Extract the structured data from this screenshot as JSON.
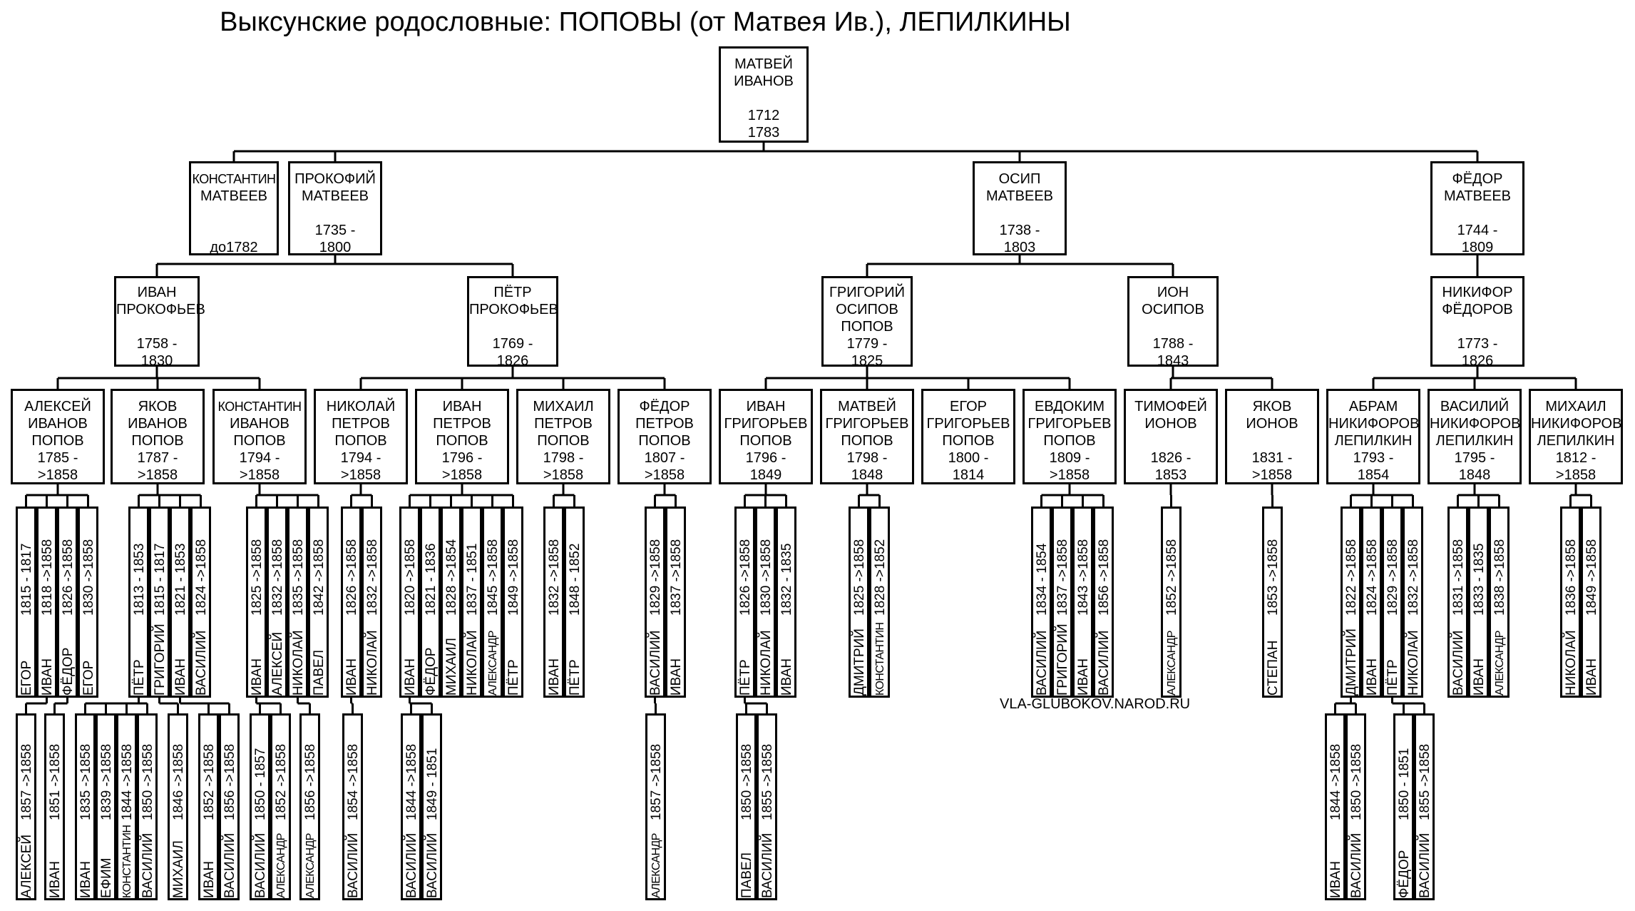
{
  "title": "Выксунские родословные: ПОПОВЫ (от Матвея Ив.), ЛЕПИЛКИНЫ",
  "site": "VLA-GLUBOKOV.NAROD.RU",
  "people": [
    {
      "id": "matvey",
      "lines": [
        "МАТВЕЙ",
        "ИВАНОВ",
        "",
        "1712",
        "1783"
      ]
    },
    {
      "id": "konstantin_m",
      "lines": [
        "КОНСТАНТИН",
        "МАТВЕЕВ",
        "",
        "",
        "до1782"
      ]
    },
    {
      "id": "prokofiy",
      "lines": [
        "ПРОКОФИЙ",
        "МАТВЕЕВ",
        "",
        "1735 -",
        "1800"
      ]
    },
    {
      "id": "osip",
      "lines": [
        "ОСИП",
        "МАТВЕЕВ",
        "",
        "1738 -",
        "1803"
      ]
    },
    {
      "id": "fedor_m",
      "lines": [
        "ФЁДОР",
        "МАТВЕЕВ",
        "",
        "1744 -",
        "1809"
      ]
    },
    {
      "id": "ivan_p",
      "lines": [
        "ИВАН",
        "ПРОКОФЬЕВ",
        "",
        "1758 -",
        "1830"
      ]
    },
    {
      "id": "petr_p",
      "lines": [
        "ПЁТР",
        "ПРОКОФЬЕВ",
        "",
        "1769 -",
        "1826"
      ]
    },
    {
      "id": "grigoriy",
      "lines": [
        "ГРИГОРИЙ",
        "ОСИПОВ",
        "ПОПОВ",
        "1779 -",
        "1825"
      ]
    },
    {
      "id": "ion",
      "lines": [
        "ИОН",
        "ОСИПОВ",
        "",
        "1788 -",
        "1843"
      ]
    },
    {
      "id": "nikifor",
      "lines": [
        "НИКИФОР",
        "ФЁДОРОВ",
        "",
        "1773 -",
        "1826"
      ]
    },
    {
      "id": "aleksey_i",
      "lines": [
        "АЛЕКСЕЙ",
        "ИВАНОВ",
        "ПОПОВ",
        "1785 -",
        ">1858"
      ]
    },
    {
      "id": "yakov_i",
      "lines": [
        "ЯКОВ",
        "ИВАНОВ",
        "ПОПОВ",
        "1787 -",
        ">1858"
      ]
    },
    {
      "id": "konstantin_i",
      "lines": [
        "КОНСТАНТИН",
        "ИВАНОВ",
        "ПОПОВ",
        "1794 -",
        ">1858"
      ]
    },
    {
      "id": "nikolay_p",
      "lines": [
        "НИКОЛАЙ",
        "ПЕТРОВ",
        "ПОПОВ",
        "1794 -",
        ">1858"
      ]
    },
    {
      "id": "ivan_pp",
      "lines": [
        "ИВАН",
        "ПЕТРОВ",
        "ПОПОВ",
        "1796 -",
        ">1858"
      ]
    },
    {
      "id": "mikhail_p",
      "lines": [
        "МИХАИЛ",
        "ПЕТРОВ",
        "ПОПОВ",
        "1798 -",
        ">1858"
      ]
    },
    {
      "id": "fedor_p",
      "lines": [
        "ФЁДОР",
        "ПЕТРОВ",
        "ПОПОВ",
        "1807 -",
        ">1858"
      ]
    },
    {
      "id": "ivan_g",
      "lines": [
        "ИВАН",
        "ГРИГОРЬЕВ",
        "ПОПОВ",
        "1796 -",
        "1849"
      ]
    },
    {
      "id": "matvey_g",
      "lines": [
        "МАТВЕЙ",
        "ГРИГОРЬЕВ",
        "ПОПОВ",
        "1798 -",
        "1848"
      ]
    },
    {
      "id": "egor_g",
      "lines": [
        "ЕГОР",
        "ГРИГОРЬЕВ",
        "ПОПОВ",
        "1800 -",
        "1814"
      ]
    },
    {
      "id": "evdokim",
      "lines": [
        "ЕВДОКИМ",
        "ГРИГОРЬЕВ",
        "ПОПОВ",
        "1809 -",
        ">1858"
      ]
    },
    {
      "id": "timofey",
      "lines": [
        "ТИМОФЕЙ",
        "ИОНОВ",
        "",
        "1826 -",
        "1853"
      ]
    },
    {
      "id": "yakov_io",
      "lines": [
        "ЯКОВ",
        "ИОНОВ",
        "",
        "1831 -",
        ">1858"
      ]
    },
    {
      "id": "abram",
      "lines": [
        "АБРАМ",
        "НИКИФОРОВ",
        "ЛЕПИЛКИН",
        "1793 -",
        "1854"
      ]
    },
    {
      "id": "vasiliy_n",
      "lines": [
        "ВАСИЛИЙ",
        "НИКИФОРОВ",
        "ЛЕПИЛКИН",
        "1795 -",
        "1848"
      ]
    },
    {
      "id": "mikhail_n",
      "lines": [
        "МИХАИЛ",
        "НИКИФОРОВ",
        "ЛЕПИЛКИН",
        "1812 -",
        ">1858"
      ]
    }
  ],
  "descendants": [
    {
      "parent": "aleksey_i",
      "list": [
        {
          "name": "ЕГОР",
          "years": "1815 - 1817"
        },
        {
          "name": "ИВАН",
          "years": "1818 ->1858"
        },
        {
          "name": "ФЁДОР",
          "years": "1826 ->1858"
        },
        {
          "name": "ЕГОР",
          "years": "1830 ->1858"
        }
      ]
    },
    {
      "parent": "yakov_i",
      "list": [
        {
          "name": "ПЁТР",
          "years": "1813 - 1853"
        },
        {
          "name": "ГРИГОРИЙ",
          "years": "1815 - 1817"
        },
        {
          "name": "ИВАН",
          "years": "1821 - 1853"
        },
        {
          "name": "ВАСИЛИЙ",
          "years": "1824 ->1858"
        }
      ]
    },
    {
      "parent": "konstantin_i",
      "list": [
        {
          "name": "ИВАН",
          "years": "1825 ->1858"
        },
        {
          "name": "АЛЕКСЕЙ",
          "years": "1832 ->1858"
        },
        {
          "name": "НИКОЛАЙ",
          "years": "1835 ->1858"
        },
        {
          "name": "ПАВЕЛ",
          "years": "1842 ->1858"
        }
      ]
    },
    {
      "parent": "nikolay_p",
      "list": [
        {
          "name": "ИВАН",
          "years": "1826 ->1858"
        },
        {
          "name": "НИКОЛАЙ",
          "years": "1832 ->1858"
        }
      ]
    },
    {
      "parent": "ivan_pp",
      "list": [
        {
          "name": "ИВАН",
          "years": "1820 ->1858"
        },
        {
          "name": "ФЁДОР",
          "years": "1821 - 1836"
        },
        {
          "name": "МИХАИЛ",
          "years": "1828 ->1854"
        },
        {
          "name": "НИКОЛАЙ",
          "years": "1837 - 1851"
        },
        {
          "name": "АЛЕКСАНДР",
          "years": "1845 ->1858"
        },
        {
          "name": "ПЁТР",
          "years": "1849 ->1858"
        }
      ]
    },
    {
      "parent": "mikhail_p",
      "list": [
        {
          "name": "ИВАН",
          "years": "1832 ->1858"
        },
        {
          "name": "ПЁТР",
          "years": "1848 - 1852"
        }
      ]
    },
    {
      "parent": "fedor_p",
      "list": [
        {
          "name": "ВАСИЛИЙ",
          "years": "1829 ->1858"
        },
        {
          "name": "ИВАН",
          "years": "1837 ->1858"
        }
      ]
    },
    {
      "parent": "ivan_g",
      "list": [
        {
          "name": "ПЁТР",
          "years": "1826 ->1858"
        },
        {
          "name": "НИКОЛАЙ",
          "years": "1830 ->1858"
        },
        {
          "name": "ИВАН",
          "years": "1832 - 1835"
        }
      ]
    },
    {
      "parent": "matvey_g",
      "list": [
        {
          "name": "ДМИТРИЙ",
          "years": "1825 ->1858"
        },
        {
          "name": "КОНСТАНТИН",
          "years": "1828 ->1852"
        }
      ]
    },
    {
      "parent": "evdokim",
      "list": [
        {
          "name": "ВАСИЛИЙ",
          "years": "1834 - 1854"
        },
        {
          "name": "ГРИГОРИЙ",
          "years": "1837 ->1858"
        },
        {
          "name": "ИВАН",
          "years": "1843 ->1858"
        },
        {
          "name": "ВАСИЛИЙ",
          "years": "1856 ->1858"
        }
      ]
    },
    {
      "parent": "timofey",
      "list": [
        {
          "name": "АЛЕКСАНДР",
          "years": "1852 ->1858"
        }
      ]
    },
    {
      "parent": "yakov_io",
      "list": [
        {
          "name": "СТЕПАН",
          "years": "1853 ->1858"
        }
      ]
    },
    {
      "parent": "abram",
      "list": [
        {
          "name": "ДМИТРИЙ",
          "years": "1822 ->1858"
        },
        {
          "name": "ИВАН",
          "years": "1824 ->1858"
        },
        {
          "name": "ПЁТР",
          "years": "1829 ->1858"
        },
        {
          "name": "НИКОЛАЙ",
          "years": "1832 ->1858"
        }
      ]
    },
    {
      "parent": "vasiliy_n",
      "list": [
        {
          "name": "ВАСИЛИЙ",
          "years": "1831 ->1858"
        },
        {
          "name": "ИВАН",
          "years": "1833 - 1835"
        },
        {
          "name": "АЛЕКСАНДР",
          "years": "1838 ->1858"
        }
      ]
    },
    {
      "parent": "mikhail_n",
      "list": [
        {
          "name": "НИКОЛАЙ",
          "years": "1836 ->1858"
        },
        {
          "name": "ИВАН",
          "years": "1849 ->1858"
        }
      ]
    },
    {
      "parent": "aleksey_i.1",
      "list": [
        {
          "name": "АЛЕКСЕЙ",
          "years": "1857 ->1858"
        }
      ]
    },
    {
      "parent": "aleksey_i.2",
      "list": [
        {
          "name": "ИВАН",
          "years": "1851 ->1858"
        }
      ]
    },
    {
      "parent": "yakov_i.0",
      "list": [
        {
          "name": "ИВАН",
          "years": "1835 ->1858"
        },
        {
          "name": "ЕФИМ",
          "years": "1839 ->1858"
        },
        {
          "name": "КОНСТАНТИН",
          "years": "1844 ->1858"
        },
        {
          "name": "ВАСИЛИЙ",
          "years": "1850 ->1858"
        }
      ]
    },
    {
      "parent": "yakov_i.1",
      "list": [
        {
          "name": "МИХАИЛ",
          "years": "1846 ->1858"
        }
      ]
    },
    {
      "parent": "yakov_i.2",
      "list": [
        {
          "name": "ИВАН",
          "years": "1852 ->1858"
        },
        {
          "name": "ВАСИЛИЙ",
          "years": "1856 ->1858"
        }
      ]
    },
    {
      "parent": "konstantin_i.0",
      "list": [
        {
          "name": "ВАСИЛИЙ",
          "years": "1850 - 1857"
        },
        {
          "name": "АЛЕКСАНДР",
          "years": "1852 ->1858"
        }
      ]
    },
    {
      "parent": "konstantin_i.2",
      "list": [
        {
          "name": "АЛЕКСАНДР",
          "years": "1856 ->1858"
        }
      ]
    },
    {
      "parent": "nikolay_p.0",
      "list": [
        {
          "name": "ВАСИЛИЙ",
          "years": "1854 ->1858"
        }
      ]
    },
    {
      "parent": "ivan_pp.0",
      "list": [
        {
          "name": "ВАСИЛИЙ",
          "years": "1844 ->1858"
        },
        {
          "name": "ВАСИЛИЙ",
          "years": "1849 - 1851"
        }
      ]
    },
    {
      "parent": "fedor_p.0",
      "list": [
        {
          "name": "АЛЕКСАНДР",
          "years": "1857 ->1858"
        }
      ]
    },
    {
      "parent": "ivan_g.0",
      "list": [
        {
          "name": "ПАВЕЛ",
          "years": "1850 ->1858"
        },
        {
          "name": "ВАСИЛИЙ",
          "years": "1855 ->1858"
        }
      ]
    },
    {
      "parent": "abram.0",
      "list": [
        {
          "name": "ИВАН",
          "years": "1844 ->1858"
        },
        {
          "name": "ВАСИЛИЙ",
          "years": "1850 ->1858"
        }
      ]
    },
    {
      "parent": "abram.2",
      "list": [
        {
          "name": "ФЁДОР",
          "years": "1850 - 1851"
        },
        {
          "name": "ВАСИЛИЙ",
          "years": "1855 ->1858"
        }
      ]
    }
  ]
}
